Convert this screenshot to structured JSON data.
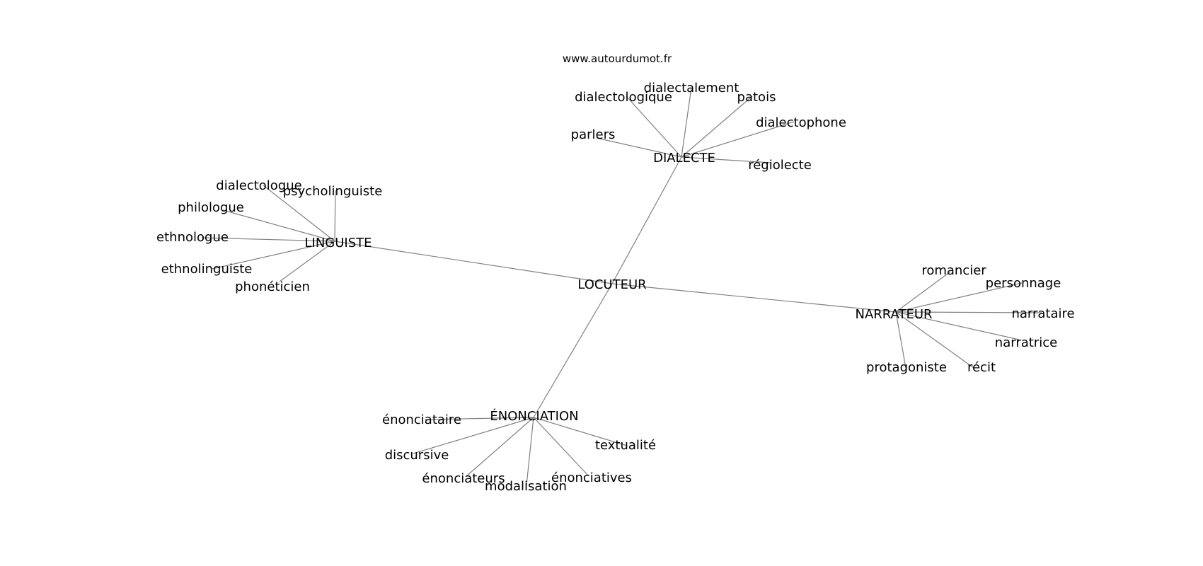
{
  "watermark": "www.autourdumot.fr",
  "graph": {
    "center": "LOCUTEUR",
    "hubs": [
      {
        "label": "DIALECTE",
        "leaves": [
          "dialectologique",
          "dialectalement",
          "patois",
          "dialectophone",
          "parlers",
          "régiolecte"
        ]
      },
      {
        "label": "LINGUISTE",
        "leaves": [
          "dialectologue",
          "psycholinguiste",
          "philologue",
          "ethnologue",
          "ethnolinguiste",
          "phonéticien"
        ]
      },
      {
        "label": "NARRATEUR",
        "leaves": [
          "romancier",
          "personnage",
          "narrataire",
          "narratrice",
          "protagoniste",
          "récit"
        ]
      },
      {
        "label": "ÉNONCIATION",
        "leaves": [
          "énonciataire",
          "textualité",
          "discursive",
          "énonciateurs",
          "modalisation",
          "énonciatives"
        ]
      }
    ]
  }
}
